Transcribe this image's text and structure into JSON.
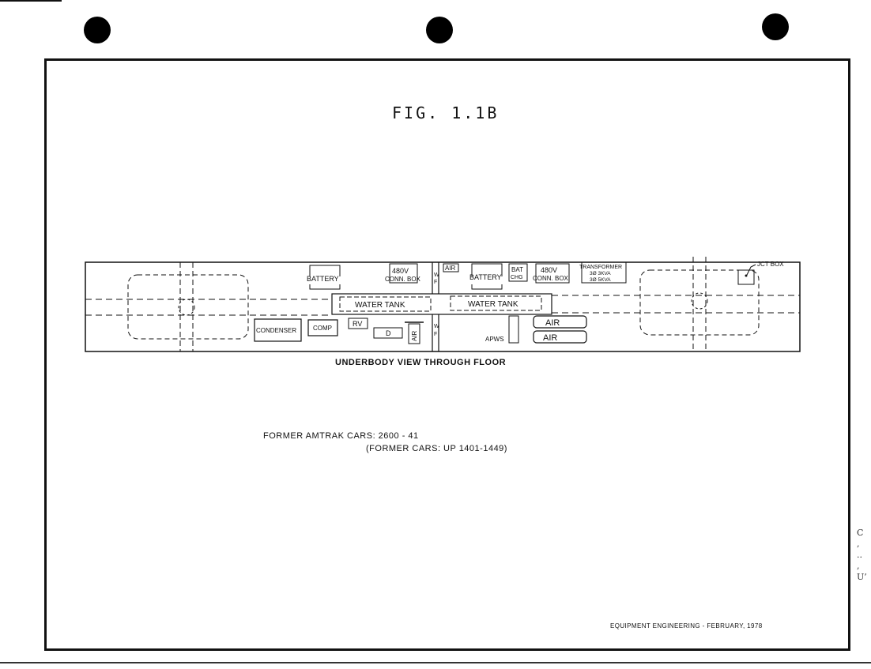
{
  "figure": {
    "title": "FIG. 1.1B"
  },
  "diagram": {
    "labels": {
      "battery_left": "BATTERY",
      "conn_480_left_a": "480V",
      "conn_480_left_b": "CONN. BOX",
      "wf_left_w": "W",
      "wf_left_f": "F",
      "air_small": "AIR",
      "battery_right": "BATTERY",
      "bat_chg_a": "BAT",
      "bat_chg_b": "CHG",
      "conn_480_right_a": "480V",
      "conn_480_right_b": "CONN. BOX",
      "transformer_a": "TRANSFORMER",
      "transformer_b": "3Ø 3KVA",
      "transformer_c": "3Ø 5KVA",
      "jct_box": "JCT BOX",
      "water_tank_left": "WATER TANK",
      "water_tank_right": "WATER TANK",
      "condenser": "CONDENSER",
      "comp": "COMP",
      "rv": "RV",
      "d": "D",
      "air_vertical": "AIR",
      "wf_right_w": "W",
      "wf_right_f": "F",
      "apws": "APWS",
      "air_tank_1": "AIR",
      "air_tank_2": "AIR"
    },
    "caption": "UNDERBODY VIEW THROUGH FLOOR"
  },
  "notes": {
    "cars_line1": "FORMER AMTRAK CARS: 2600 - 41",
    "cars_line2": "(FORMER CARS: UP 1401-1449)"
  },
  "footer": "EQUIPMENT ENGINEERING - FEBRUARY, 1978",
  "edge_mark": "C\n,\n..\n,\nU’"
}
